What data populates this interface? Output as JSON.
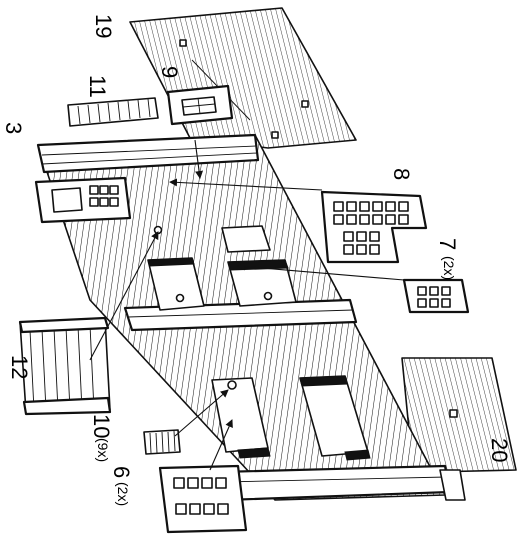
{
  "labels": {
    "p19": "19",
    "p9": "9",
    "p11": "11",
    "p3": "3",
    "p8": "8",
    "p7": "7",
    "p7_qty": "(2x)",
    "p12": "12",
    "p10": "10",
    "p10_qty": "(9x)",
    "p6": "6",
    "p6_qty": "(2x)",
    "p20": "20"
  }
}
